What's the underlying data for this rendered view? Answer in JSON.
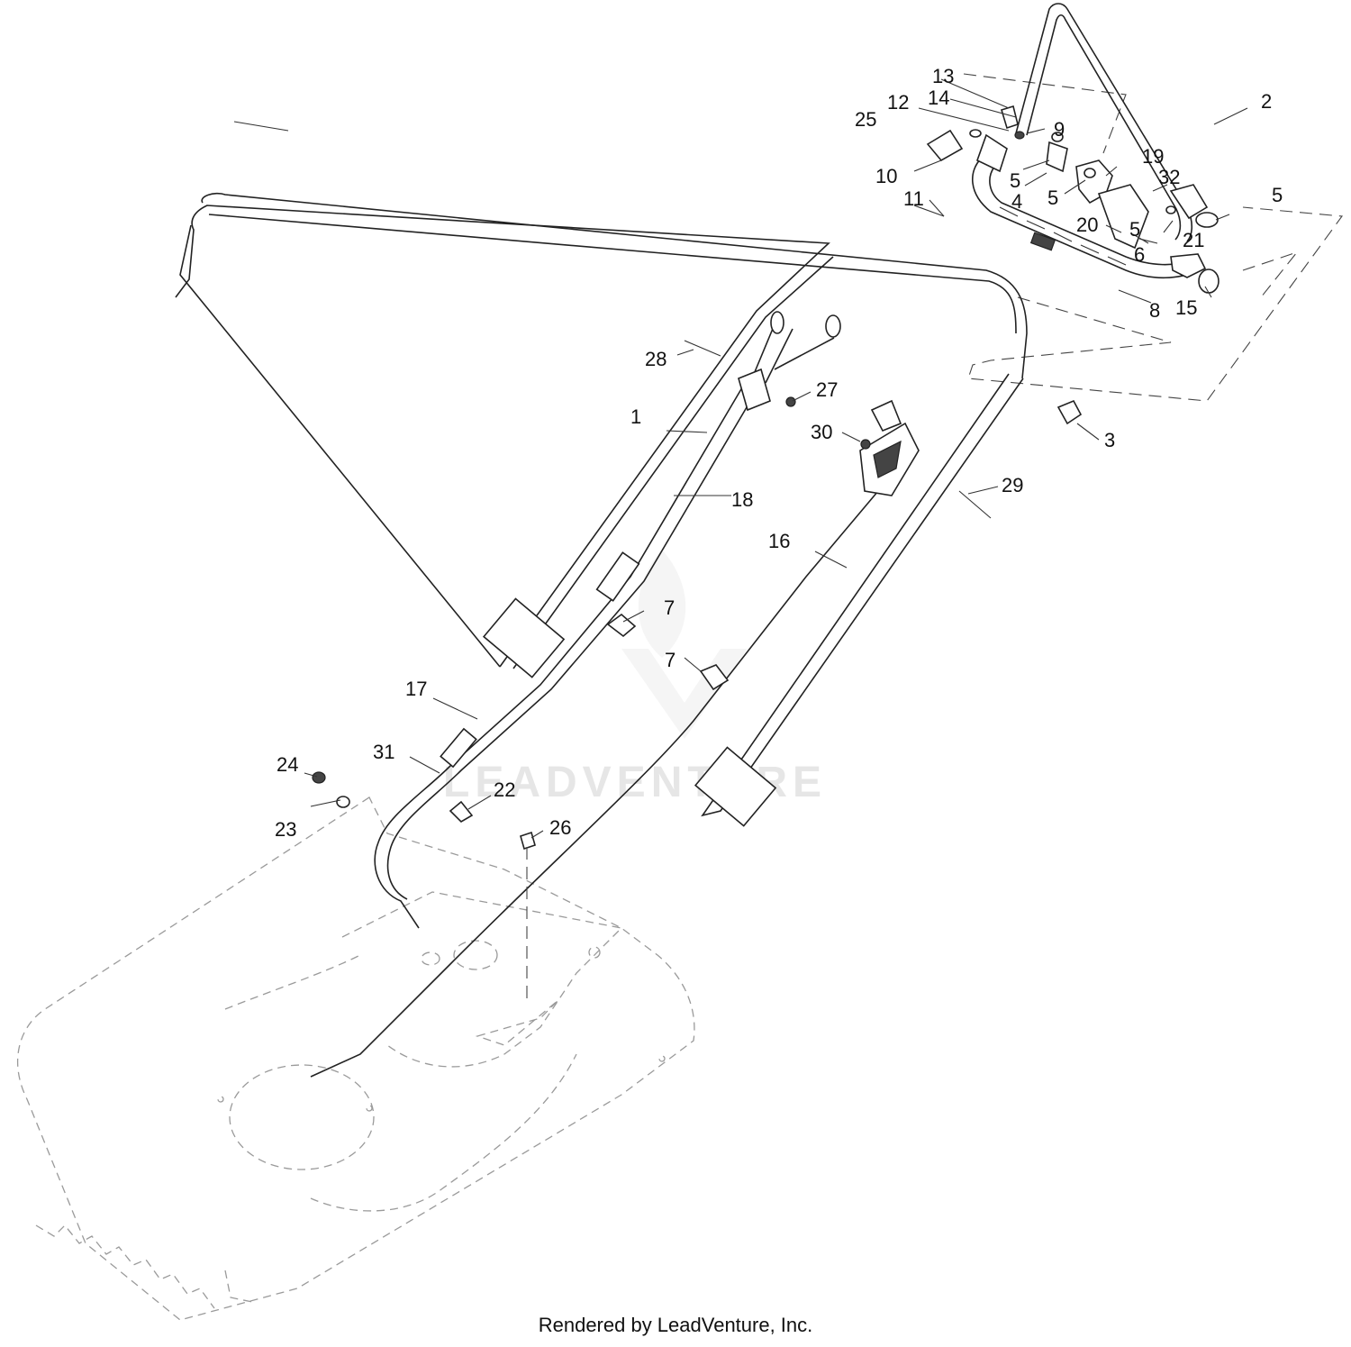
{
  "watermark": "LEADVENTURE",
  "footer": "Rendered by LeadVenture, Inc.",
  "callouts": [
    "1",
    "2",
    "3",
    "4",
    "5",
    "5",
    "5",
    "5",
    "6",
    "7",
    "7",
    "8",
    "9",
    "10",
    "11",
    "12",
    "13",
    "14",
    "15",
    "16",
    "17",
    "18",
    "19",
    "20",
    "21",
    "22",
    "23",
    "24",
    "25",
    "26",
    "27",
    "28",
    "29",
    "30",
    "31",
    "32"
  ]
}
